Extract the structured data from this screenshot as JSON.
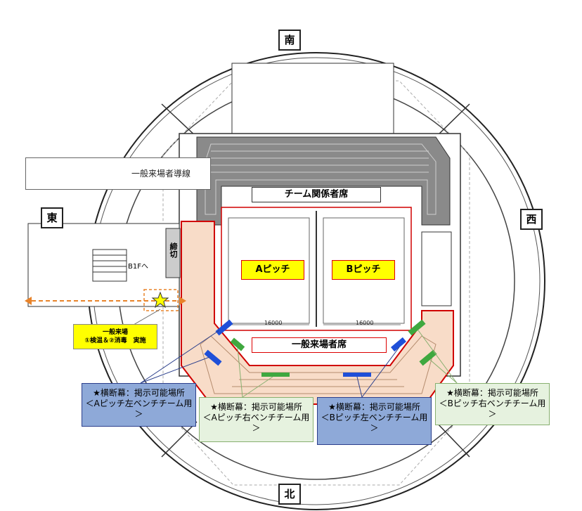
{
  "compass": {
    "south": "南",
    "north": "北",
    "east": "東",
    "west": "西"
  },
  "legend": {
    "label": "一般来場者導線"
  },
  "pitches": {
    "a": "Aピッチ",
    "b": "Bピッチ"
  },
  "areas": {
    "team_seats": "チーム関係者席",
    "general_seats": "一般来場者席",
    "closed": "締切",
    "b1f": "B1Fへ"
  },
  "checkpoint_note": [
    "一般来場",
    "①検温＆②消毒　実施"
  ],
  "callouts": [
    {
      "line1": "★横断幕：掲示可能場所",
      "line2": "＜Aピッチ左ベンチチーム用＞",
      "kind": "blue"
    },
    {
      "line1": "★横断幕：掲示可能場所",
      "line2": "＜Aピッチ右ベンチチーム用＞",
      "kind": "green"
    },
    {
      "line1": "★横断幕：掲示可能場所",
      "line2": "＜Bピッチ左ベンチチーム用＞",
      "kind": "blue"
    },
    {
      "line1": "★横断幕：掲示可能場所",
      "line2": "＜Bピッチ右ベンチチーム用＞",
      "kind": "green"
    }
  ],
  "dimensions": {
    "a_width": "16000",
    "b_width": "16000"
  },
  "colors": {
    "route": "#e8832a",
    "blue_banner": "#1f4fd8",
    "green_banner": "#3fa83f",
    "general_area": "#f8dcc8",
    "boundary": "#d00000",
    "star": "#ffff00"
  },
  "icons": {
    "route": "dashed-arrow-icon",
    "star": "star-icon"
  }
}
